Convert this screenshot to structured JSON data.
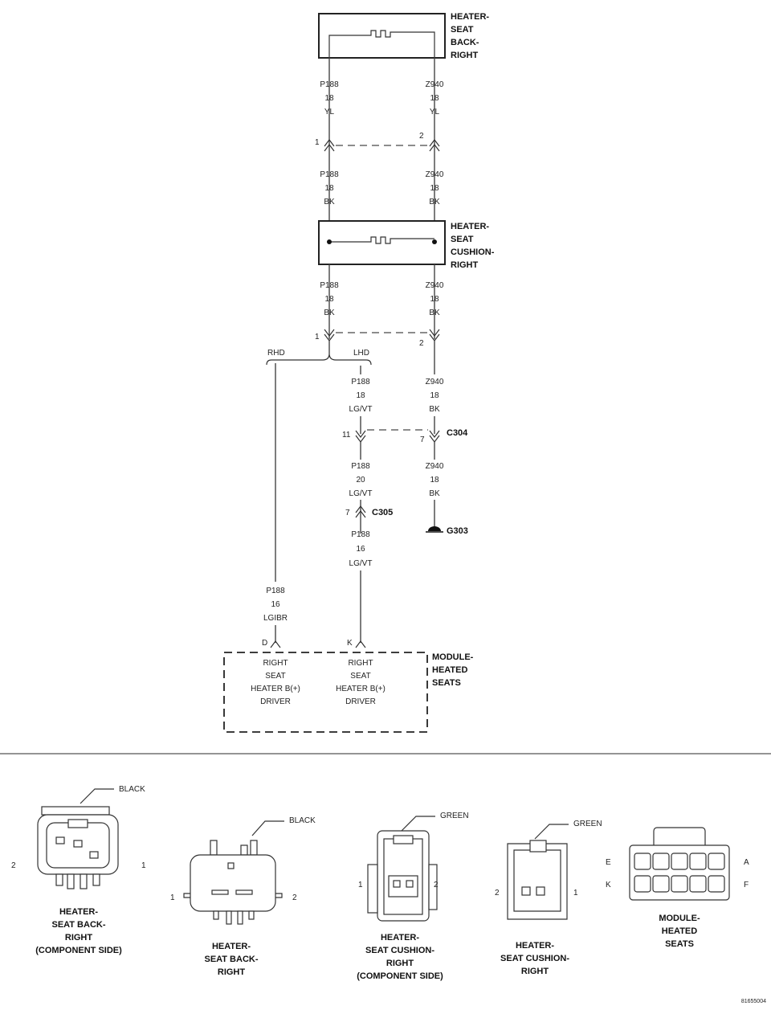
{
  "components": {
    "seat_back": {
      "label": [
        "HEATER-",
        "SEAT",
        "BACK-",
        "RIGHT"
      ]
    },
    "seat_cushion": {
      "label": [
        "HEATER-",
        "SEAT",
        "CUSHION-",
        "RIGHT"
      ]
    },
    "module": {
      "label": [
        "MODULE-",
        "HEATED",
        "SEATS"
      ],
      "pin_d_text": [
        "RIGHT",
        "SEAT",
        "HEATER B(+)",
        "DRIVER"
      ],
      "pin_k_text": [
        "RIGHT",
        "SEAT",
        "HEATER B(+)",
        "DRIVER"
      ]
    }
  },
  "wires": {
    "w1": [
      "P188",
      "18",
      "YL"
    ],
    "w2": [
      "Z940",
      "18",
      "YL"
    ],
    "w3": [
      "P188",
      "18",
      "BK"
    ],
    "w4": [
      "Z940",
      "18",
      "BK"
    ],
    "w5": [
      "P188",
      "18",
      "BK"
    ],
    "w6": [
      "Z940",
      "18",
      "BK"
    ],
    "w7": [
      "P188",
      "18",
      "LG/VT"
    ],
    "w8": [
      "Z940",
      "18",
      "BK"
    ],
    "w9": [
      "P188",
      "20",
      "LG/VT"
    ],
    "w10": [
      "Z940",
      "18",
      "BK"
    ],
    "w11": [
      "P188",
      "16",
      "LG/VT"
    ],
    "w12": [
      "P188",
      "16",
      "LGIBR"
    ]
  },
  "connectors": {
    "c1_pin1": "1",
    "c1_pin2": "2",
    "c2_pin1": "1",
    "c2_pin2": "2",
    "c304_pin_a": "11",
    "c304_pin_b": "7",
    "c304_name": "C304",
    "c305_pin": "7",
    "c305_name": "C305",
    "module_pin_d": "D",
    "module_pin_k": "K"
  },
  "ground": {
    "name": "G303"
  },
  "options": {
    "rhd": "RHD",
    "lhd": "LHD"
  },
  "views": {
    "v1": {
      "color": "BLACK",
      "pin_left": "2",
      "pin_right": "1",
      "label": [
        "HEATER-",
        "SEAT BACK-",
        "RIGHT",
        "(COMPONENT SIDE)"
      ]
    },
    "v2": {
      "color": "BLACK",
      "pin_left": "1",
      "pin_right": "2",
      "label": [
        "HEATER-",
        "SEAT BACK-",
        "RIGHT"
      ]
    },
    "v3": {
      "color": "GREEN",
      "pin_left": "1",
      "pin_right": "2",
      "label": [
        "HEATER-",
        "SEAT CUSHION-",
        "RIGHT",
        "(COMPONENT SIDE)"
      ]
    },
    "v4": {
      "color": "GREEN",
      "pin_left": "2",
      "pin_right": "1",
      "label": [
        "HEATER-",
        "SEAT CUSHION-",
        "RIGHT"
      ]
    },
    "v5": {
      "pin_e": "E",
      "pin_k": "K",
      "pin_a": "A",
      "pin_f": "F",
      "label": [
        "MODULE-",
        "HEATED",
        "SEATS"
      ]
    }
  },
  "figure_id": "81655004"
}
